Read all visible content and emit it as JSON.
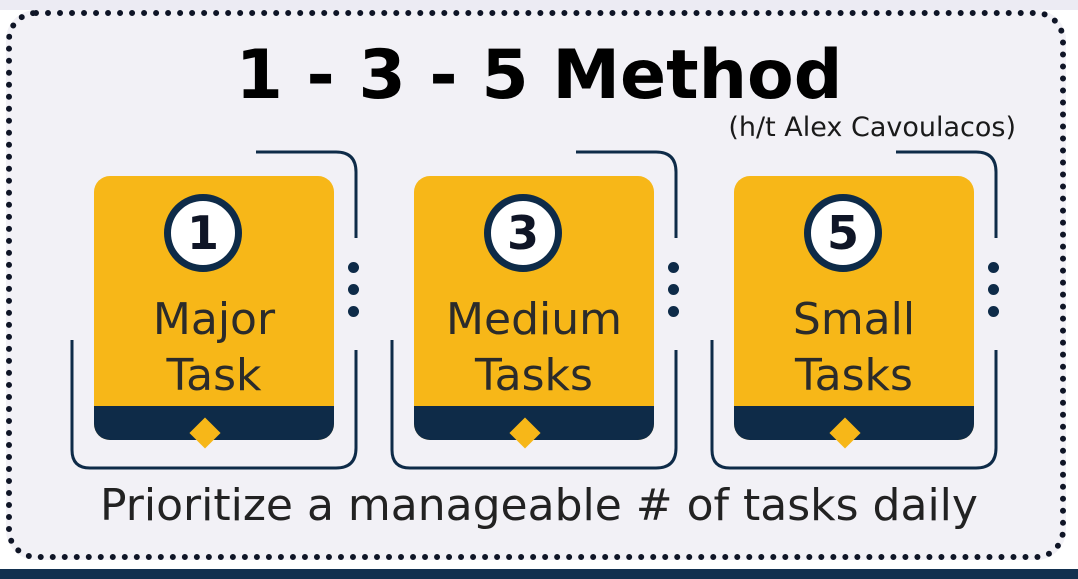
{
  "title": "1 - 3 - 5 Method",
  "credit": "(h/t Alex Cavoulacos)",
  "cards": [
    {
      "number": "1",
      "line1": "Major",
      "line2": "Task"
    },
    {
      "number": "3",
      "line1": "Medium",
      "line2": "Tasks"
    },
    {
      "number": "5",
      "line1": "Small",
      "line2": "Tasks"
    }
  ],
  "footer": "Prioritize a manageable # of tasks daily",
  "colors": {
    "card": "#f7b718",
    "navy": "#0e2b48",
    "frame_border": "#0f1526",
    "frame_bg": "#f2f1f6"
  }
}
